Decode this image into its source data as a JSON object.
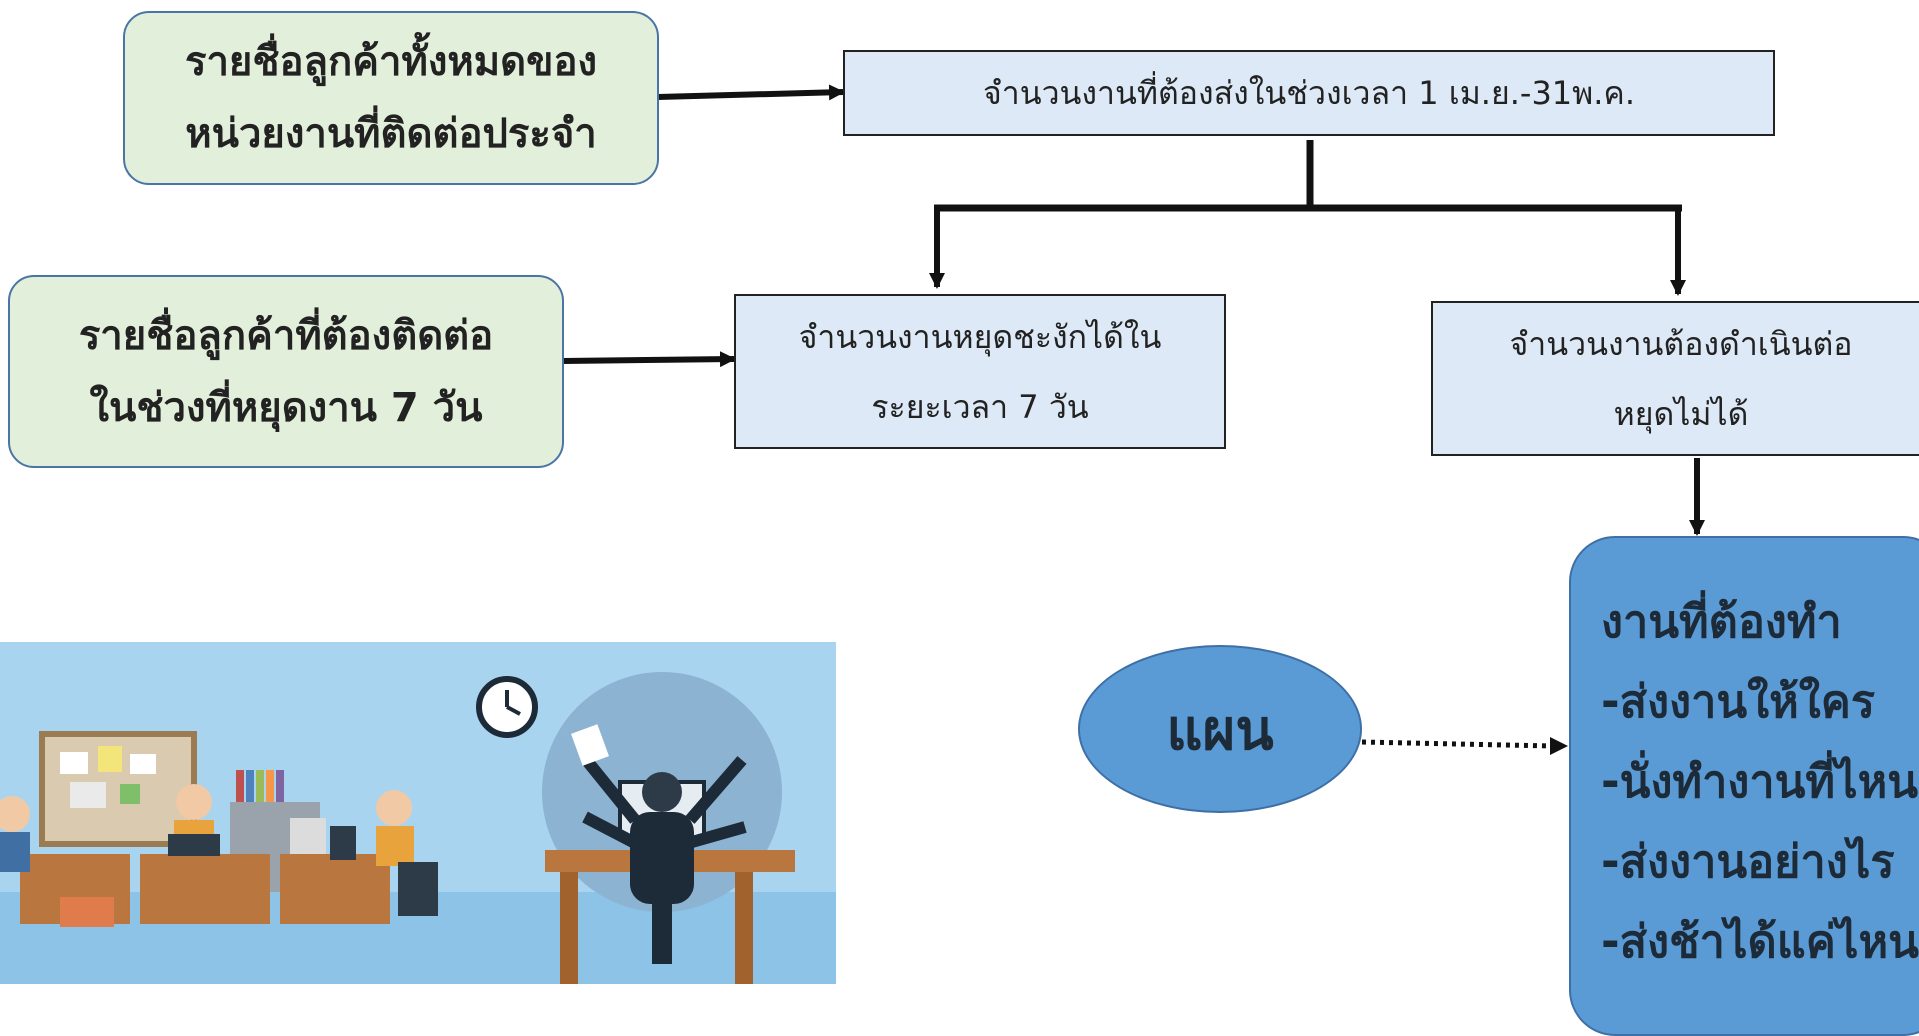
{
  "boxes": {
    "all_customers": {
      "line1": "รายชื่อลูกค้าทั้งหมดของ",
      "line2": "หน่วยงานที่ติดต่อประจำ"
    },
    "customers_during_stop": {
      "line1": "รายชื่อลูกค้าที่ต้องติดต่อ",
      "line2": "ในช่วงที่หยุดงาน 7 วัน"
    },
    "jobs_total": {
      "line1": "จำนวนงานที่ต้องส่งในช่วงเวลา 1 เม.ย.-31พ.ค."
    },
    "jobs_pausable": {
      "line1": "จำนวนงานหยุดชะงักได้ใน",
      "line2": "ระยะเวลา 7 วัน"
    },
    "jobs_unstoppable": {
      "line1": "จำนวนงานต้องดำเนินต่อ",
      "line2": "หยุดไม่ได้"
    }
  },
  "plan": {
    "label": "แผน"
  },
  "todo": {
    "title": "งานที่ต้องทำ",
    "items": [
      "-ส่งงานให้ใคร",
      "-นั่งทำงานที่ไหน",
      "-ส่งงานอย่างไร",
      "-ส่งช้าได้แค่ไหน"
    ]
  },
  "colors": {
    "green_box": "#e2efda",
    "light_blue_box": "#dde9f6",
    "blue_shape": "#5b9bd5",
    "border_blue": "#4a75a5",
    "line": "#111111"
  }
}
